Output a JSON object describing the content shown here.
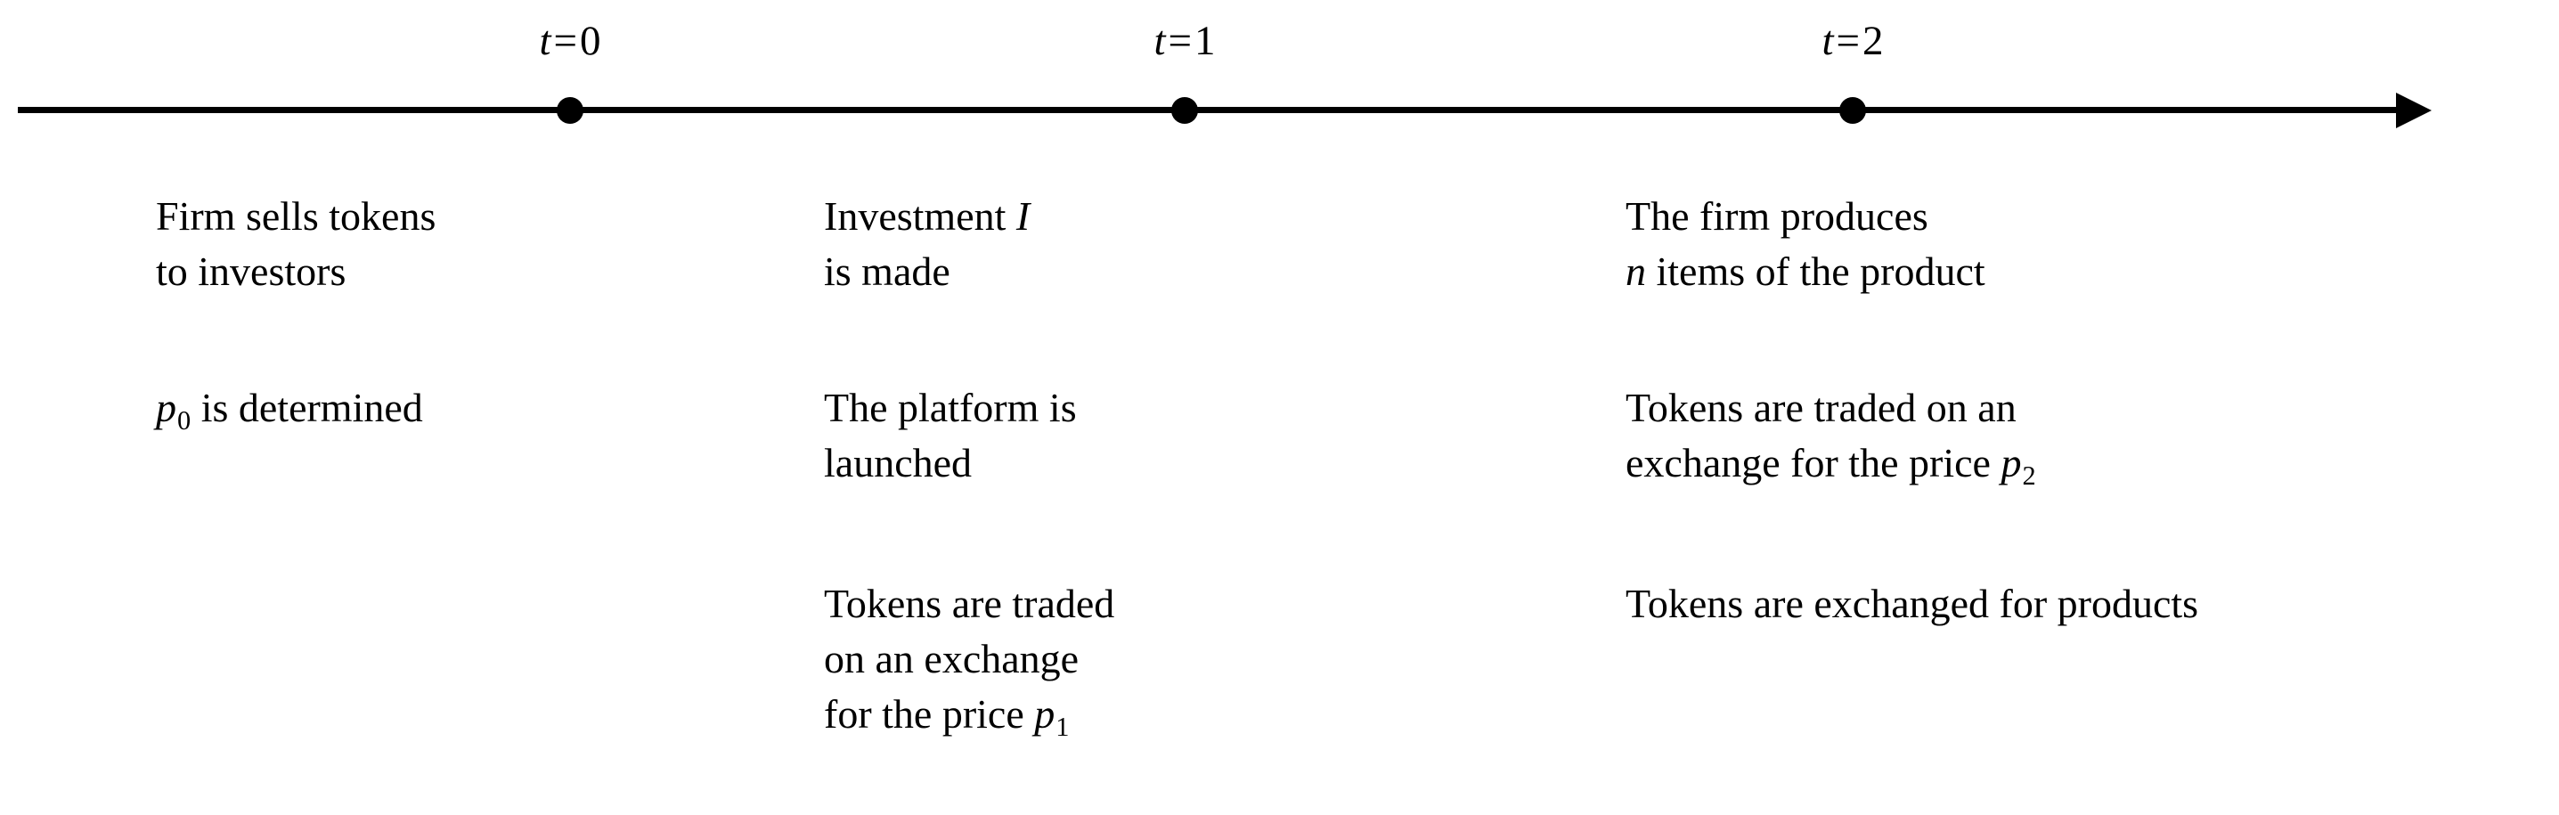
{
  "figure": {
    "type": "timeline",
    "caption": "",
    "axis": {
      "arrow_direction": "right",
      "line_color": "#000000"
    }
  },
  "timeline": {
    "markers": [
      {
        "id": "t0",
        "label_var": "t",
        "label_eq": "=",
        "label_value": "0",
        "label_full": "t = 0",
        "x_fraction": 0.2228
      },
      {
        "id": "t1",
        "label_var": "t",
        "label_eq": "=",
        "label_value": "1",
        "label_full": "t = 1",
        "x_fraction": 0.4629
      },
      {
        "id": "t2",
        "label_var": "t",
        "label_eq": "=",
        "label_value": "2",
        "label_full": "t = 2",
        "x_fraction": 0.724
      }
    ]
  },
  "columns": [
    {
      "id": "t0",
      "marker": "t = 0",
      "blocks": [
        {
          "id": "t0-b0",
          "lines": [
            [
              {
                "text": "Firm sells tokens",
                "style": "roman"
              }
            ],
            [
              {
                "text": "to investors",
                "style": "roman"
              }
            ]
          ],
          "plain": "Firm sells tokens to investors"
        },
        {
          "id": "t0-b1",
          "lines": [
            [
              {
                "text": "p",
                "style": "italic"
              },
              {
                "text": "0",
                "style": "subscript"
              },
              {
                "text": " is determined",
                "style": "roman"
              }
            ]
          ],
          "plain": "p0 is determined"
        }
      ]
    },
    {
      "id": "t1",
      "marker": "t = 1",
      "blocks": [
        {
          "id": "t1-b0",
          "lines": [
            [
              {
                "text": "Investment ",
                "style": "roman"
              },
              {
                "text": "I",
                "style": "italic"
              }
            ],
            [
              {
                "text": "is made",
                "style": "roman"
              }
            ]
          ],
          "plain": "Investment I is made"
        },
        {
          "id": "t1-b1",
          "lines": [
            [
              {
                "text": "The platform is",
                "style": "roman"
              }
            ],
            [
              {
                "text": "launched",
                "style": "roman"
              }
            ]
          ],
          "plain": "The platform is launched"
        },
        {
          "id": "t1-b2",
          "lines": [
            [
              {
                "text": "Tokens are traded",
                "style": "roman"
              }
            ],
            [
              {
                "text": "on an exchange",
                "style": "roman"
              }
            ],
            [
              {
                "text": "for the price ",
                "style": "roman"
              },
              {
                "text": "p",
                "style": "italic"
              },
              {
                "text": "1",
                "style": "subscript"
              }
            ]
          ],
          "plain": "Tokens are traded on an exchange for the price p1"
        }
      ]
    },
    {
      "id": "t2",
      "marker": "t = 2",
      "blocks": [
        {
          "id": "t2-b0",
          "lines": [
            [
              {
                "text": "The firm produces",
                "style": "roman"
              }
            ],
            [
              {
                "text": "n",
                "style": "italic"
              },
              {
                "text": " items of the product",
                "style": "roman"
              }
            ]
          ],
          "plain": "The firm produces n items of the product"
        },
        {
          "id": "t2-b1",
          "lines": [
            [
              {
                "text": "Tokens are traded on an",
                "style": "roman"
              }
            ],
            [
              {
                "text": "exchange for the price ",
                "style": "roman"
              },
              {
                "text": "p",
                "style": "italic"
              },
              {
                "text": "2",
                "style": "subscript"
              }
            ]
          ],
          "plain": "Tokens are traded on an exchange for the price p2"
        },
        {
          "id": "t2-b2",
          "lines": [
            [
              {
                "text": "Tokens are exchanged for products",
                "style": "roman"
              }
            ]
          ],
          "plain": "Tokens are exchanged for products"
        }
      ]
    }
  ],
  "colors": {
    "background": "#ffffff",
    "foreground": "#000000"
  }
}
